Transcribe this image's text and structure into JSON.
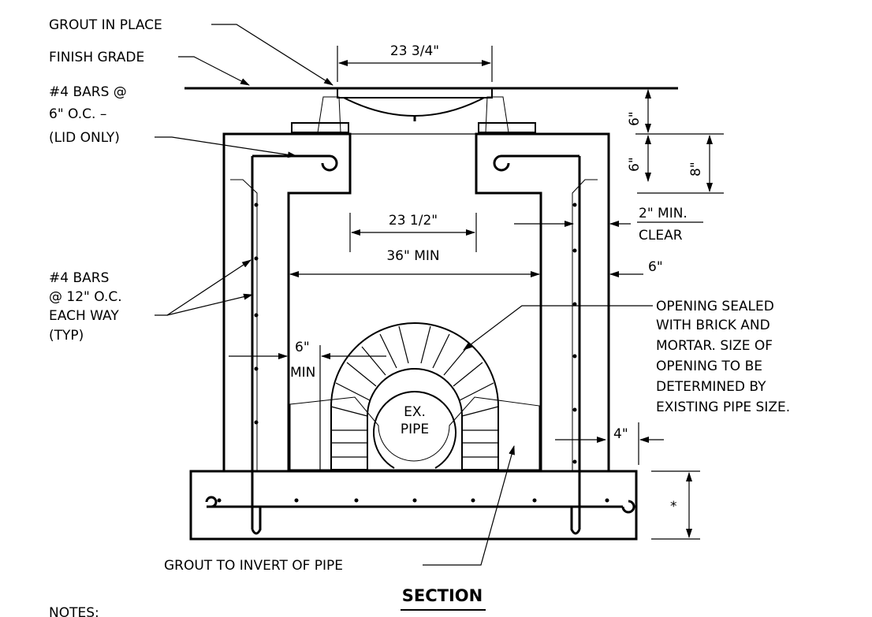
{
  "labels": {
    "grout_in_place": "GROUT IN PLACE",
    "finish_grade": "FINISH GRADE",
    "bars_lid_1": "#4 BARS @",
    "bars_lid_2": "6\" O.C. –",
    "bars_lid_3": "(LID ONLY)",
    "bars_wall_1": "#4 BARS",
    "bars_wall_2": "@ 12\" O.C.",
    "bars_wall_3": "EACH WAY",
    "bars_wall_4": "(TYP)",
    "opening_1": "OPENING SEALED",
    "opening_2": "WITH BRICK AND",
    "opening_3": "MORTAR.  SIZE OF",
    "opening_4": "OPENING TO BE",
    "opening_5": "DETERMINED BY",
    "opening_6": "EXISTING PIPE SIZE.",
    "grout_invert": "GROUT TO INVERT OF PIPE",
    "pipe_1": "EX.",
    "pipe_2": "PIPE",
    "section_title": "SECTION",
    "notes": "NOTES:"
  },
  "dimensions": {
    "frame_width": "23 3/4\"",
    "opening_width": "23 1/2\"",
    "min_width": "36\" MIN",
    "min_clear": "2\" MIN.",
    "clear": "CLEAR",
    "wall_thickness": "6\"",
    "side_clearance_1": "6\"",
    "side_clearance_2": "MIN",
    "base_offset": "4\"",
    "base_thickness": "*",
    "frame_height": "6\"",
    "lid_height_a": "6\"",
    "lid_height_b": "8\""
  }
}
